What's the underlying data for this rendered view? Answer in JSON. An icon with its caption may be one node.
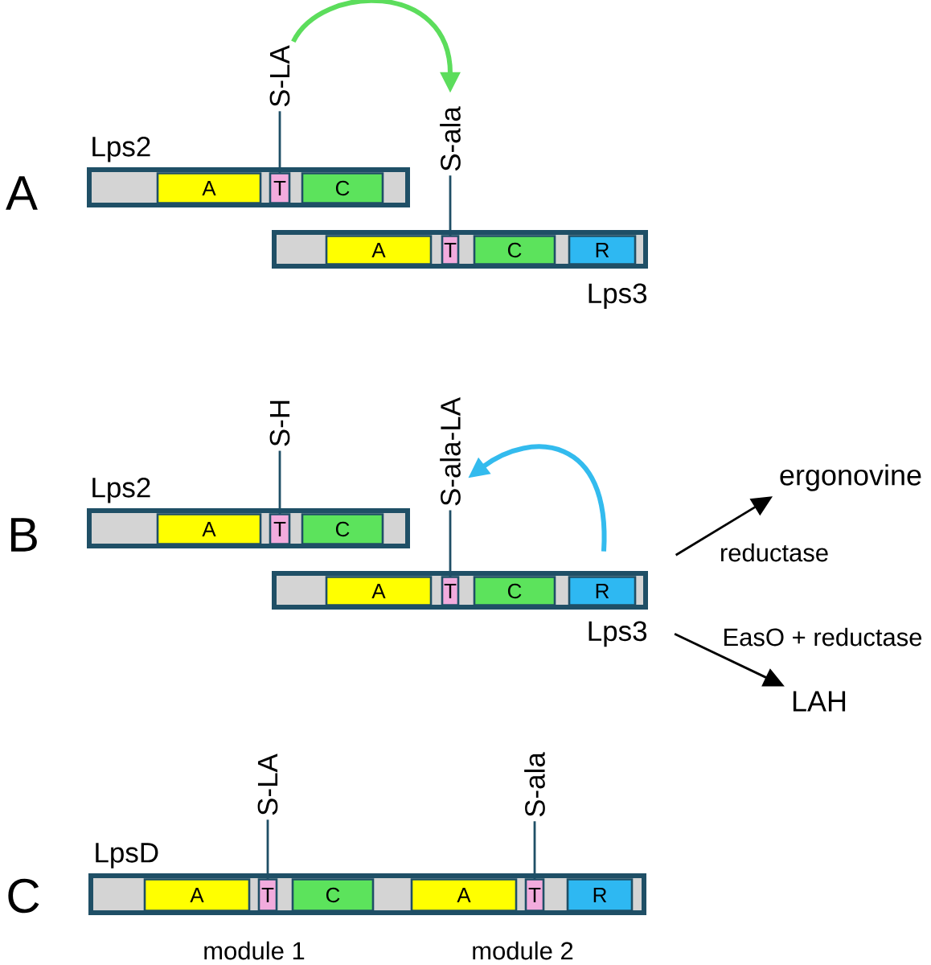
{
  "diagram": {
    "nodes": [
      {
        "text": [
          "Lps2"
        ]
      },
      {
        "text": [
          "A"
        ],
        "in": 0
      },
      {
        "text": [
          "T"
        ],
        "in": 0
      },
      {
        "text": [
          "C"
        ],
        "in": 0
      },
      {
        "text": [
          "S-LA"
        ]
      },
      {
        "text": [
          "Lps3"
        ]
      },
      {
        "text": [
          "A"
        ],
        "in": 5
      },
      {
        "text": [
          "T"
        ],
        "in": 5
      },
      {
        "text": [
          "C"
        ],
        "in": 5
      },
      {
        "text": [
          "R"
        ],
        "in": 5
      },
      {
        "text": [
          "S-ala"
        ]
      },
      {
        "text": [
          "Lps2"
        ]
      },
      {
        "text": [
          "A"
        ],
        "in": 11
      },
      {
        "text": [
          "T"
        ],
        "in": 11
      },
      {
        "text": [
          "C"
        ],
        "in": 11
      },
      {
        "text": [
          "S-H"
        ]
      },
      {
        "text": [
          "S-ala-LA"
        ]
      },
      {
        "text": [
          "Lps3"
        ]
      },
      {
        "text": [
          "A"
        ],
        "in": 17
      },
      {
        "text": [
          "T"
        ],
        "in": 17
      },
      {
        "text": [
          "C"
        ],
        "in": 17
      },
      {
        "text": [
          "R"
        ],
        "in": 17
      },
      {
        "text": [
          "ergonovine"
        ]
      },
      {
        "text": [
          "LAH"
        ]
      },
      {
        "text": [
          "LpsD"
        ]
      },
      {
        "text": [
          "A"
        ],
        "in": 24
      },
      {
        "text": [
          "T"
        ],
        "in": 24
      },
      {
        "text": [
          "C"
        ],
        "in": 24
      },
      {
        "text": [
          "A"
        ],
        "in": 24
      },
      {
        "text": [
          "T"
        ],
        "in": 24
      },
      {
        "text": [
          "R"
        ],
        "in": 24
      },
      {
        "text": [
          "S-LA"
        ]
      },
      {
        "text": [
          "S-ala"
        ]
      }
    ],
    "edges": [
      {
        "from": 4,
        "to": 2,
        "arrow": "none"
      },
      {
        "from": 10,
        "to": 7,
        "arrow": "none"
      },
      {
        "from": 4,
        "to": 10,
        "arrow": "to",
        "style": "thick",
        "color": "#5cdd5c"
      },
      {
        "from": 15,
        "to": 13,
        "arrow": "none"
      },
      {
        "from": 16,
        "to": 19,
        "arrow": "none"
      },
      {
        "from": 21,
        "to": 16,
        "arrow": "to",
        "style": "thick",
        "color": "#33bbee"
      },
      {
        "from": 17,
        "to": 22,
        "arrow": "to",
        "label": "reductase",
        "color": "#000000"
      },
      {
        "from": 17,
        "to": 23,
        "arrow": "to",
        "label": "EasO + reductase",
        "color": "#000000"
      },
      {
        "from": 31,
        "to": 26,
        "arrow": "none"
      },
      {
        "from": 32,
        "to": 29,
        "arrow": "none"
      }
    ],
    "labels": [
      "A",
      "B",
      "C",
      "module 1",
      "module 2"
    ]
  }
}
